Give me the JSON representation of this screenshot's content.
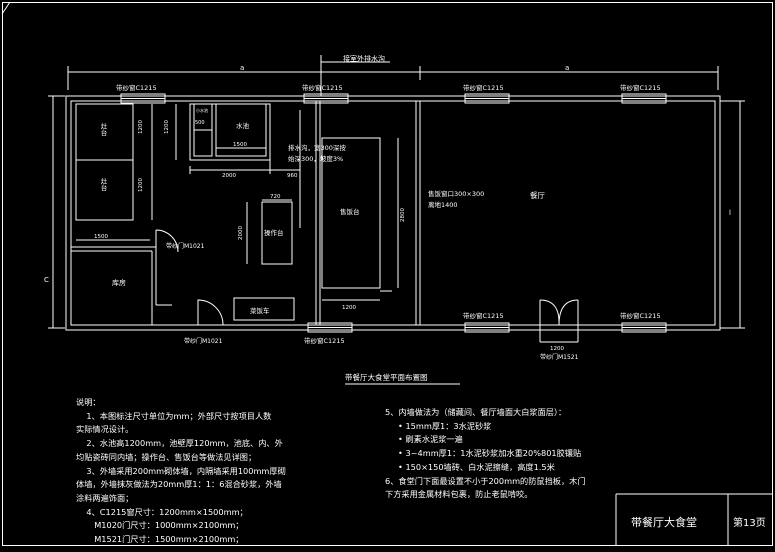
{
  "top_drain_label": "接室外排水沟",
  "dims": {
    "top_left": "a",
    "top_right": "a",
    "right_side": "l",
    "left_side": "C",
    "counter_h1": "1200",
    "counter_h2": "1200",
    "counter_h3": "1200",
    "pool_w": "1500",
    "pool_small": "500",
    "row_2000": "2000",
    "row_960": "960",
    "table_w": "720",
    "table_h": "2000",
    "serving_h": "2800",
    "serving_w": "1200",
    "store_w": "1500",
    "door_w": "1200"
  },
  "rooms": {
    "counter_top": "灶台",
    "counter_bottom": "灶台",
    "pool": "水池",
    "pool_small": "小水池",
    "drain": "排水沟，宽300深按\n始深300，坡度3%",
    "prep": "操作台",
    "serving": "售饭台",
    "storage": "库房",
    "cart": "菜饭车",
    "dining": "餐厅",
    "serving_window": "售饭窗口300×300\n离地1400"
  },
  "windows": {
    "w1": "带纱窗C1215",
    "w2": "带纱窗C1215",
    "w3": "带纱窗C1215",
    "w4": "带纱窗C1215",
    "w5": "带纱窗C1215",
    "w6": "带纱窗C1215",
    "w7": "带纱窗C1215"
  },
  "doors": {
    "d_inner": "带纱门M1021",
    "d_outer": "带纱门M1021",
    "d_main": "带纱门M1521"
  },
  "plan_title": "带餐厅大食堂平面布置图",
  "notes_left": "说明：\n    1、本图标注尺寸单位为mm；外部尺寸按项目人数\n实际情况设计。\n    2、水池高1200mm，池壁厚120mm，池底、内、外\n均贴瓷砖同内墙；操作台、售饭台等做法见详图；\n    3、外墙采用200mm砌体墙，内隔墙采用100mm厚砌\n体墙，外墙抹灰做法为20mm厚1：1：6混合砂浆，外墙\n涂料两遍饰面；\n    4、C1215窗尺寸：1200mm×1500mm；\n       M1020门尺寸：1000mm×2100mm；\n       M1521门尺寸：1500mm×2100mm；",
  "notes_right": "5、内墙做法为（储藏间、餐厅墙面大白浆面层）：\n     • 15mm厚1：3水泥砂浆\n     • 刷素水泥浆一遍\n     • 3~4mm厚1：1水泥砂浆加水重20%801胶镶贴\n     • 150×150墙砖、白水泥擦缝，高度1.5米\n6、食堂门下面最设置不小于200mm的防鼠挡板，木门\n下方采用金属材料包裹，防止老鼠啃咬。",
  "title_block": {
    "name": "带餐厅大食堂",
    "page": "第13页"
  }
}
